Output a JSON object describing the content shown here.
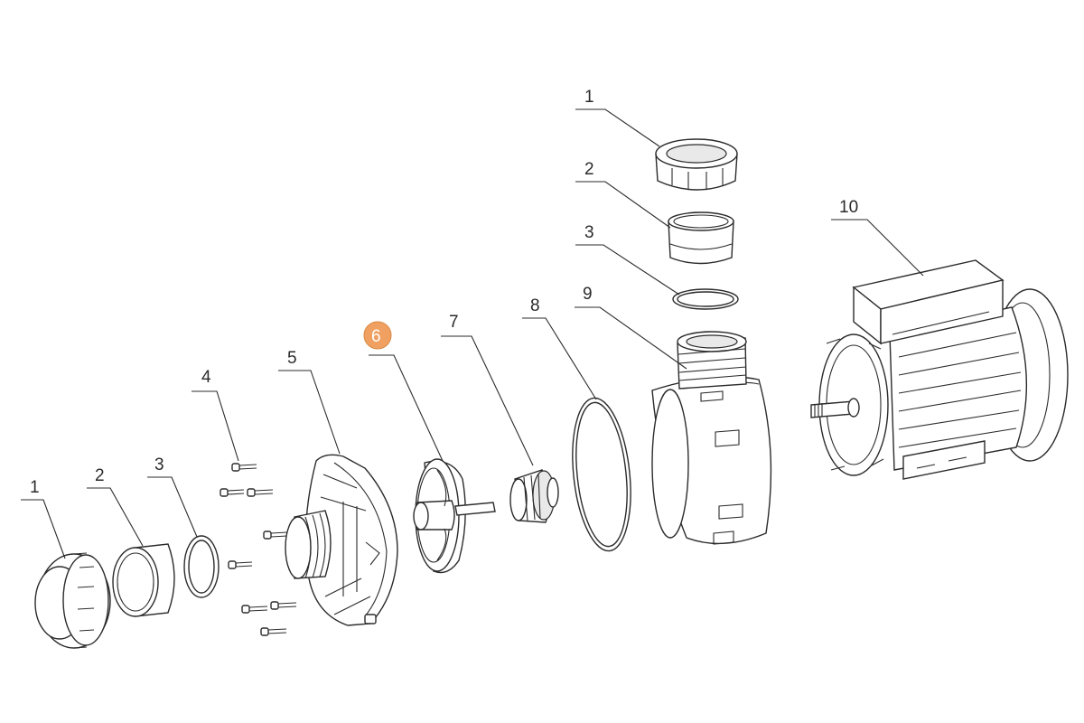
{
  "diagram": {
    "highlight_color": "#f0a060",
    "line_color": "#2b2b2b",
    "callouts": {
      "p1_left": "1",
      "p2_left": "2",
      "p3_left": "3",
      "p4": "4",
      "p5": "5",
      "p6": "6",
      "p7": "7",
      "p8": "8",
      "p9": "9",
      "p1_top": "1",
      "p2_top": "2",
      "p3_top": "3",
      "p10": "10"
    },
    "highlighted_callout": "6"
  }
}
